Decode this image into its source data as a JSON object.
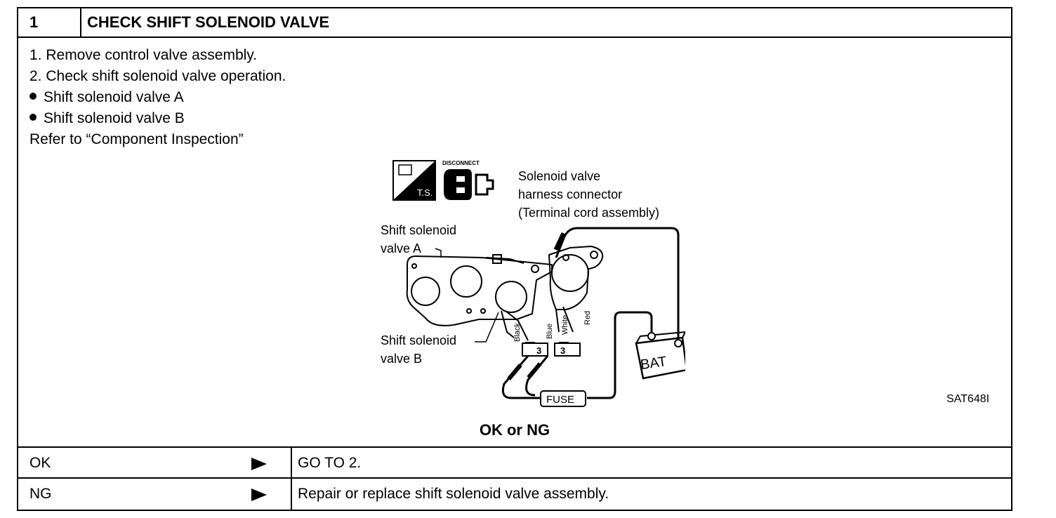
{
  "header": {
    "number": "1",
    "title": "CHECK SHIFT SOLENOID VALVE"
  },
  "steps": [
    "1.  Remove control valve assembly.",
    "2.  Check shift solenoid valve operation."
  ],
  "bullets": [
    "Shift solenoid valve A",
    "Shift solenoid valve B"
  ],
  "refer": "Refer to “Component Inspection”",
  "diagram": {
    "ts_label": "T.S.",
    "disconnect_label": "DISCONNECT",
    "connector_label": [
      "Solenoid valve",
      "harness connector",
      "(Terminal cord assembly)"
    ],
    "valve_a_label": [
      "Shift solenoid",
      "valve A"
    ],
    "valve_b_label": [
      "Shift solenoid",
      "valve B"
    ],
    "wire_colors": [
      "Black",
      "Blue",
      "White",
      "Red"
    ],
    "terminal_numbers": [
      "3",
      "3"
    ],
    "battery_label": "BAT",
    "fuse_label": "FUSE"
  },
  "figure_code": "SAT648I",
  "question": "OK or NG",
  "results": [
    {
      "label": "OK",
      "action": "GO TO 2."
    },
    {
      "label": "NG",
      "action": "Repair or replace shift solenoid valve assembly."
    }
  ]
}
